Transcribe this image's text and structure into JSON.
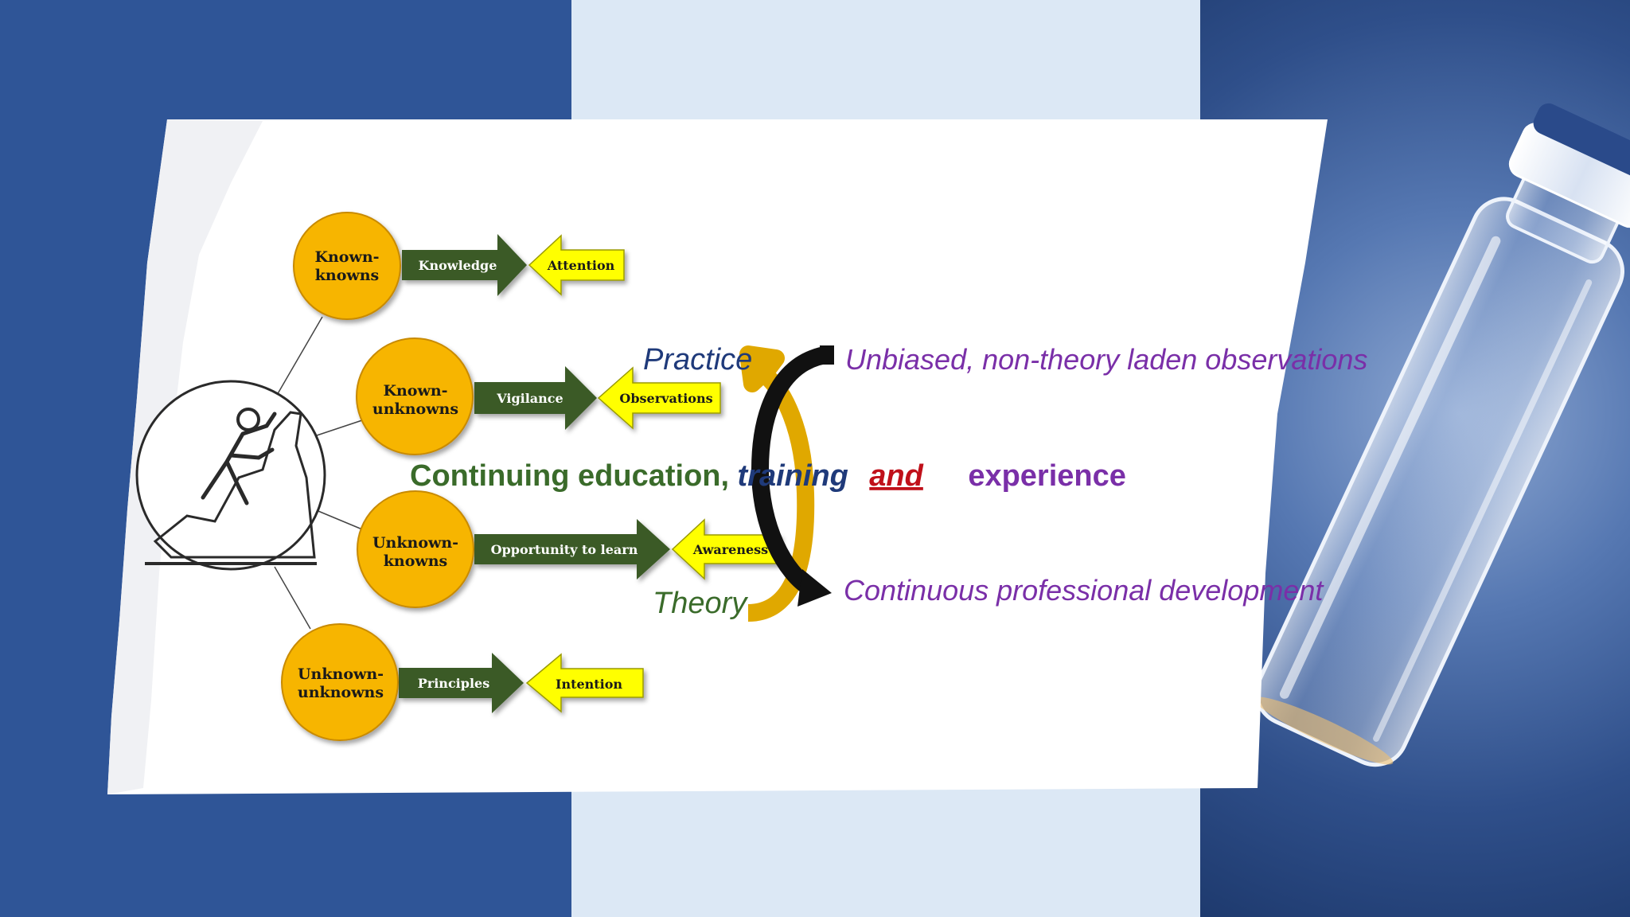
{
  "nodes": [
    {
      "line1": "Known-",
      "line2": "knowns"
    },
    {
      "line1": "Known-",
      "line2": "unknowns"
    },
    {
      "line1": "Unknown-",
      "line2": "knowns"
    },
    {
      "line1": "Unknown-",
      "line2": "unknowns"
    }
  ],
  "green_arrows": [
    "Knowledge",
    "Vigilance",
    "Opportunity to learn",
    "Principles"
  ],
  "yellow_arrows": [
    "Attention",
    "Observations",
    "Awareness",
    "Intention"
  ],
  "cycle": {
    "practice": "Practice",
    "theory": "Theory"
  },
  "center_line": {
    "part1": "Continuing education,",
    "part2": "training",
    "part3": "and",
    "part4": "experience"
  },
  "right_labels": {
    "top": "Unbiased, non-theory laden observations",
    "bottom": "Continuous professional development"
  },
  "colors": {
    "node_fill": "#f7b500",
    "green_arrow": "#3a5a26",
    "yellow_arrow": "#ffff00",
    "navy_text": "#1f3a7a",
    "purple_text": "#7a2fa8",
    "green_text": "#3a6b2a",
    "red_text": "#c0101a",
    "panel_left": "#2f5597",
    "panel_mid": "#dce8f5"
  },
  "icons": [
    "climber-icon",
    "cycle-arrows-icon",
    "vial-image"
  ]
}
